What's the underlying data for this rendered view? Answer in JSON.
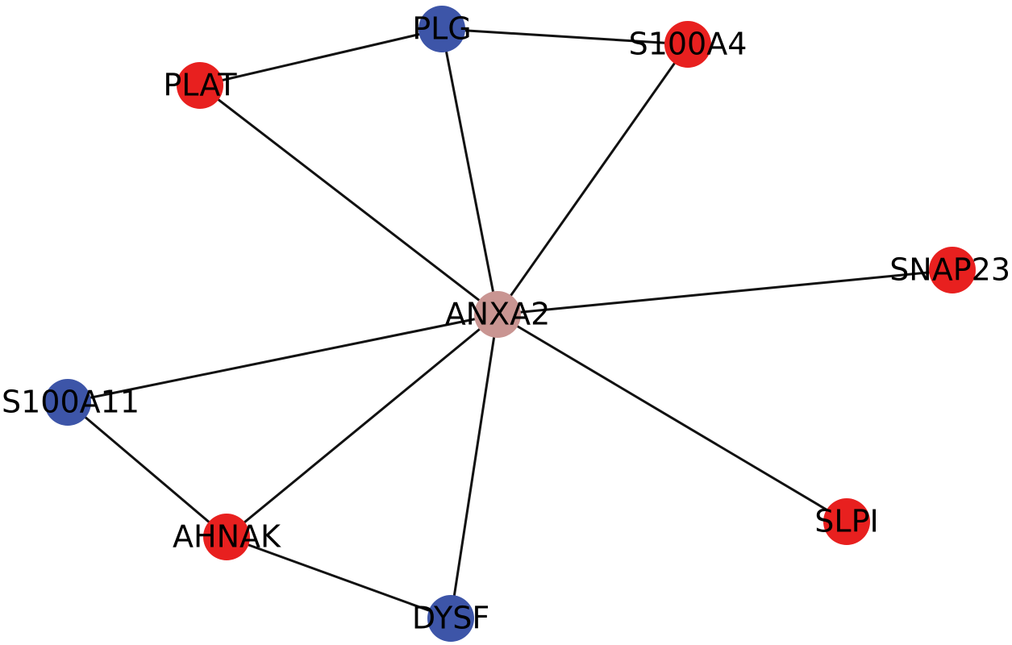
{
  "colors": {
    "red": "#e8201f",
    "blue": "#3d55a8",
    "hub": "#c99592"
  },
  "nodes": [
    {
      "id": "PLG",
      "label": "PLG",
      "color": "blue"
    },
    {
      "id": "S100A4",
      "label": "S100A4",
      "color": "red"
    },
    {
      "id": "PLAT",
      "label": "PLAT",
      "color": "red"
    },
    {
      "id": "SNAP23",
      "label": "SNAP23",
      "color": "red"
    },
    {
      "id": "ANXA2",
      "label": "ANXA2",
      "color": "hub"
    },
    {
      "id": "S100A11",
      "label": "S100A11",
      "color": "blue"
    },
    {
      "id": "AHNAK",
      "label": "AHNAK",
      "color": "red"
    },
    {
      "id": "SLPI",
      "label": "SLPI",
      "color": "red"
    },
    {
      "id": "DYSF",
      "label": "DYSF",
      "color": "blue"
    }
  ],
  "edges": [
    [
      "PLG",
      "S100A4"
    ],
    [
      "PLG",
      "PLAT"
    ],
    [
      "PLG",
      "ANXA2"
    ],
    [
      "S100A4",
      "ANXA2"
    ],
    [
      "PLAT",
      "ANXA2"
    ],
    [
      "SNAP23",
      "ANXA2"
    ],
    [
      "S100A11",
      "ANXA2"
    ],
    [
      "S100A11",
      "AHNAK"
    ],
    [
      "AHNAK",
      "ANXA2"
    ],
    [
      "AHNAK",
      "DYSF"
    ],
    [
      "DYSF",
      "ANXA2"
    ],
    [
      "SLPI",
      "ANXA2"
    ]
  ]
}
